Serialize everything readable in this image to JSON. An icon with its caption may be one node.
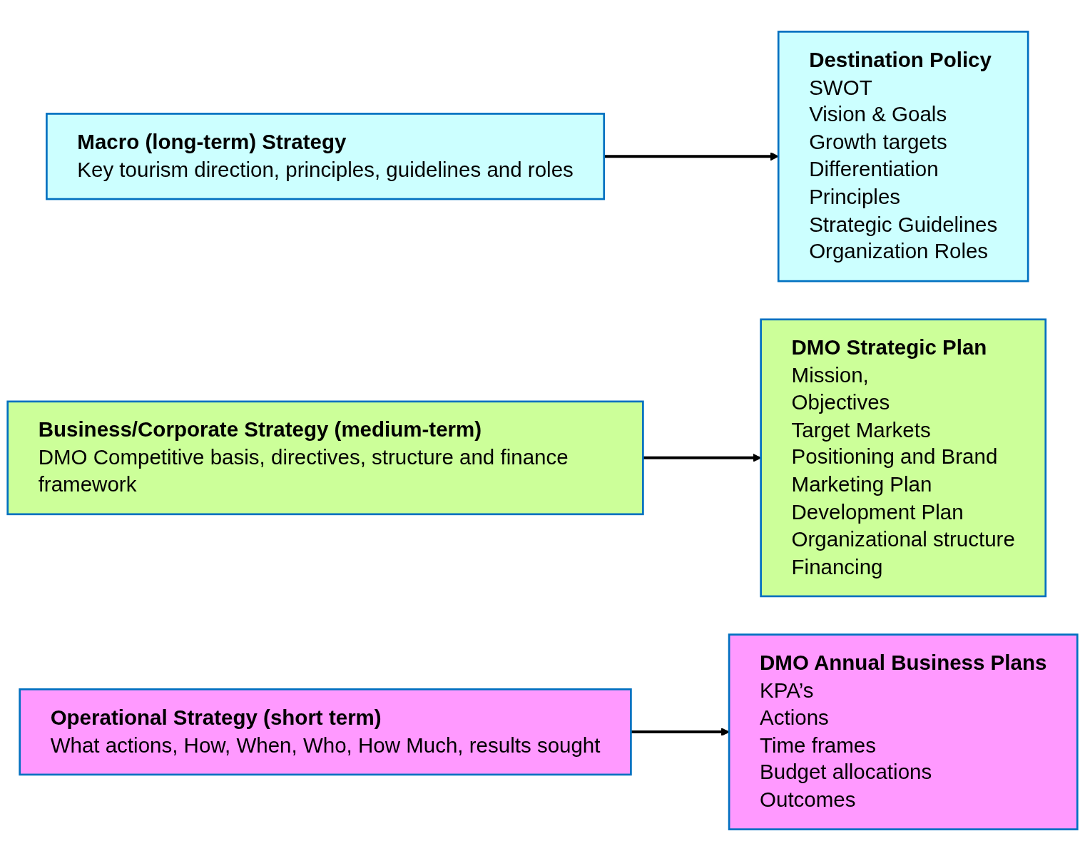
{
  "diagram": {
    "nodes": [
      {
        "text": [
          "Macro (long-term) Strategy",
          "Key tourism direction, principles, guidelines and roles"
        ]
      },
      {
        "text": [
          "Destination Policy",
          "SWOT",
          "Vision & Goals",
          "Growth targets",
          "Differentiation",
          "Principles",
          "Strategic Guidelines",
          "Organization Roles"
        ]
      },
      {
        "text": [
          "Business/Corporate Strategy (medium-term)",
          "DMO Competitive basis, directives, structure and finance framework"
        ]
      },
      {
        "text": [
          "DMO Strategic Plan",
          "Mission,",
          "Objectives",
          "Target Markets",
          "Positioning and Brand",
          "Marketing Plan",
          "Development Plan",
          "Organizational structure",
          "Financing"
        ]
      },
      {
        "text": [
          "Operational Strategy (short term)",
          "What actions, How, When, Who, How Much, results sought"
        ]
      },
      {
        "text": [
          "DMO Annual Business Plans",
          "KPA’s",
          "Actions",
          "Time frames",
          "Budget allocations",
          "Outcomes"
        ]
      }
    ],
    "edges": [
      {
        "from": 0,
        "to": 1,
        "arrow": "to"
      },
      {
        "from": 2,
        "to": 3,
        "arrow": "to"
      },
      {
        "from": 4,
        "to": 5,
        "arrow": "to"
      }
    ]
  }
}
